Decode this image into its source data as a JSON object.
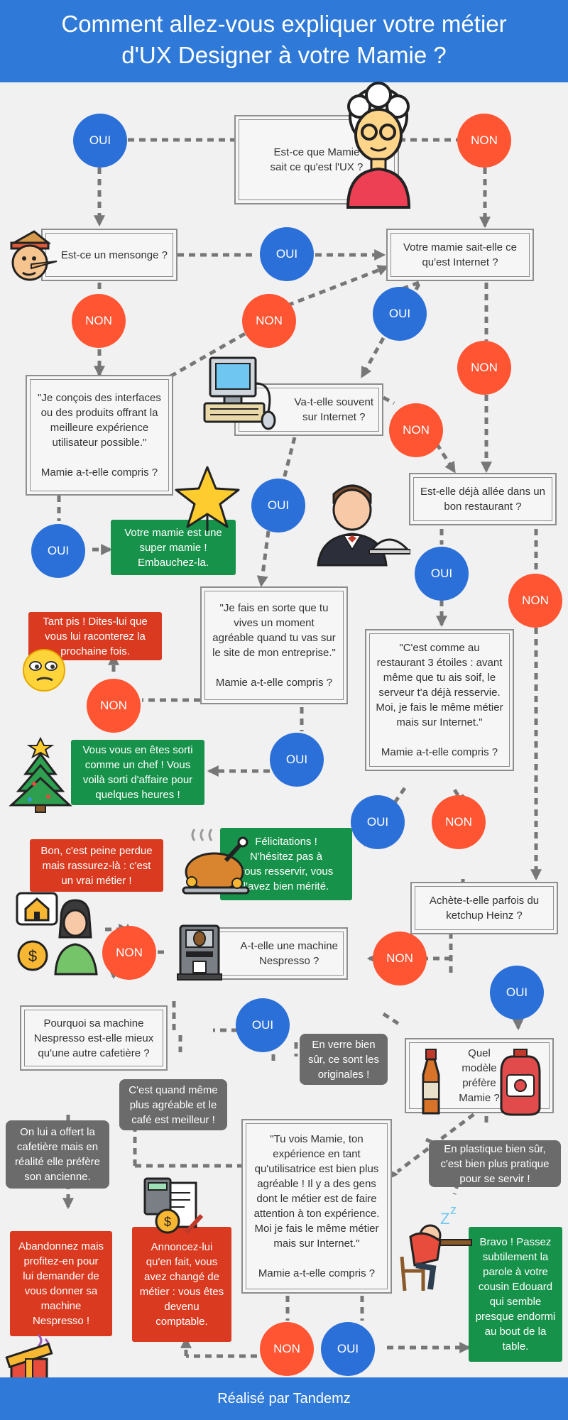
{
  "header": {
    "title_line1": "Comment allez-vous expliquer votre métier",
    "title_line2": "d'UX Designer à votre Mamie ?"
  },
  "footer": {
    "credit": "Réalisé par Tandemz"
  },
  "labels": {
    "oui": "OUI",
    "non": "NON"
  },
  "questions": {
    "q1": "Est-ce que Mamie\nsait ce qu'est l'UX ?",
    "q2": "Est-ce un mensonge ?",
    "q3": "Votre mamie sait-elle ce\nqu'est Internet ?",
    "q4": "\"Je conçois des interfaces\nou des produits offrant la\nmeilleure expérience\nutilisateur possible.\"\n\nMamie a-t-elle compris ?",
    "q5": "Va-t-elle souvent\nsur Internet ?",
    "q6": "Est-elle déjà allée dans un\nbon restaurant ?",
    "q7": "\"Je fais en sorte que tu\nvives un moment\nagréable quand tu vas sur\nle site de mon entreprise.\"\n\nMamie a-t-elle compris ?",
    "q8": "\"C'est comme au\nrestaurant 3 étoiles : avant\nmême que tu ais soif, le\nserveur t'a déjà resservie.\nMoi, je fais le même métier\nmais sur Internet.\"\n\nMamie a-t-elle compris ?",
    "q9": "Achète-t-elle parfois du\nketchup Heinz ?",
    "q10": "A-t-elle une machine\nNespresso ?",
    "q11": "Pourquoi sa machine\nNespresso est-elle mieux\nqu'une autre cafetière ?",
    "q12": "Quel\nmodèle\npréfère\nMamie ?",
    "q13": "\"Tu vois Mamie,  ton\nexpérience en tant\nqu'utilisatrice est bien plus\nagréable ! Il y a des gens\ndont le métier est de faire\nattention à ton expérience.\nMoi je fais le même métier\nmais sur Internet.\"\n\nMamie a-t-elle compris ?"
  },
  "outcomes": {
    "super_mamie": "Votre mamie est une\nsuper mamie !\nEmbauchez-la.",
    "tant_pis": "Tant pis ! Dites-lui que\nvous lui raconterez la\nprochaine fois.",
    "chef": "Vous vous en êtes sorti\ncomme un chef ! Vous\nvoilà sorti d'affaire pour\nquelques heures !",
    "felicitations": "Félicitations !\nN'hésitez pas à\nvous resservir, vous\nl'avez bien mérité.",
    "peine_perdue": "Bon, c'est peine perdue\nmais rassurez-là : c'est\nun vrai métier !",
    "abandonnez": "Abandonnez mais\nprofitez-en pour\nlui demander de\nvous donner sa\nmachine\nNespresso !",
    "comptable": "Annoncez-lui\nqu'en fait, vous\navez changé de\nmétier : vous êtes\ndevenu\ncomptable.",
    "bravo": "Bravo !  Passez\nsubtilement la\nparole à votre\ncousin Edouard\nqui semble\npresque endormi\nau bout de la\ntable."
  },
  "answers": {
    "verre": "En verre bien\nsûr, ce sont les\noriginales !",
    "agreable": "C'est quand même\nplus agréable et le\ncafé est meilleur !",
    "offert": "On lui a offert la\ncafetière mais en\nréalité elle préfère\nson ancienne.",
    "plastique": "En plastique bien sûr,\nc'est bien plus pratique\npour se servir !"
  },
  "colors": {
    "header_blue": "#2f7ad8",
    "oui_blue": "#2b70d8",
    "non_red": "#ff5533",
    "success_green": "#17924a",
    "fail_red": "#d93a20",
    "answer_gray": "#6b6b6b",
    "arrow_gray": "#777777"
  },
  "icons": [
    "grandma-icon",
    "pinocchio-icon",
    "computer-icon",
    "star-icon",
    "waiter-icon",
    "confused-emoji-icon",
    "christmas-tree-icon",
    "roast-chicken-icon",
    "home-worker-icon",
    "coffee-machine-icon",
    "ketchup-bottles-icon",
    "accountant-icon",
    "sleeping-man-icon",
    "gift-icon"
  ]
}
